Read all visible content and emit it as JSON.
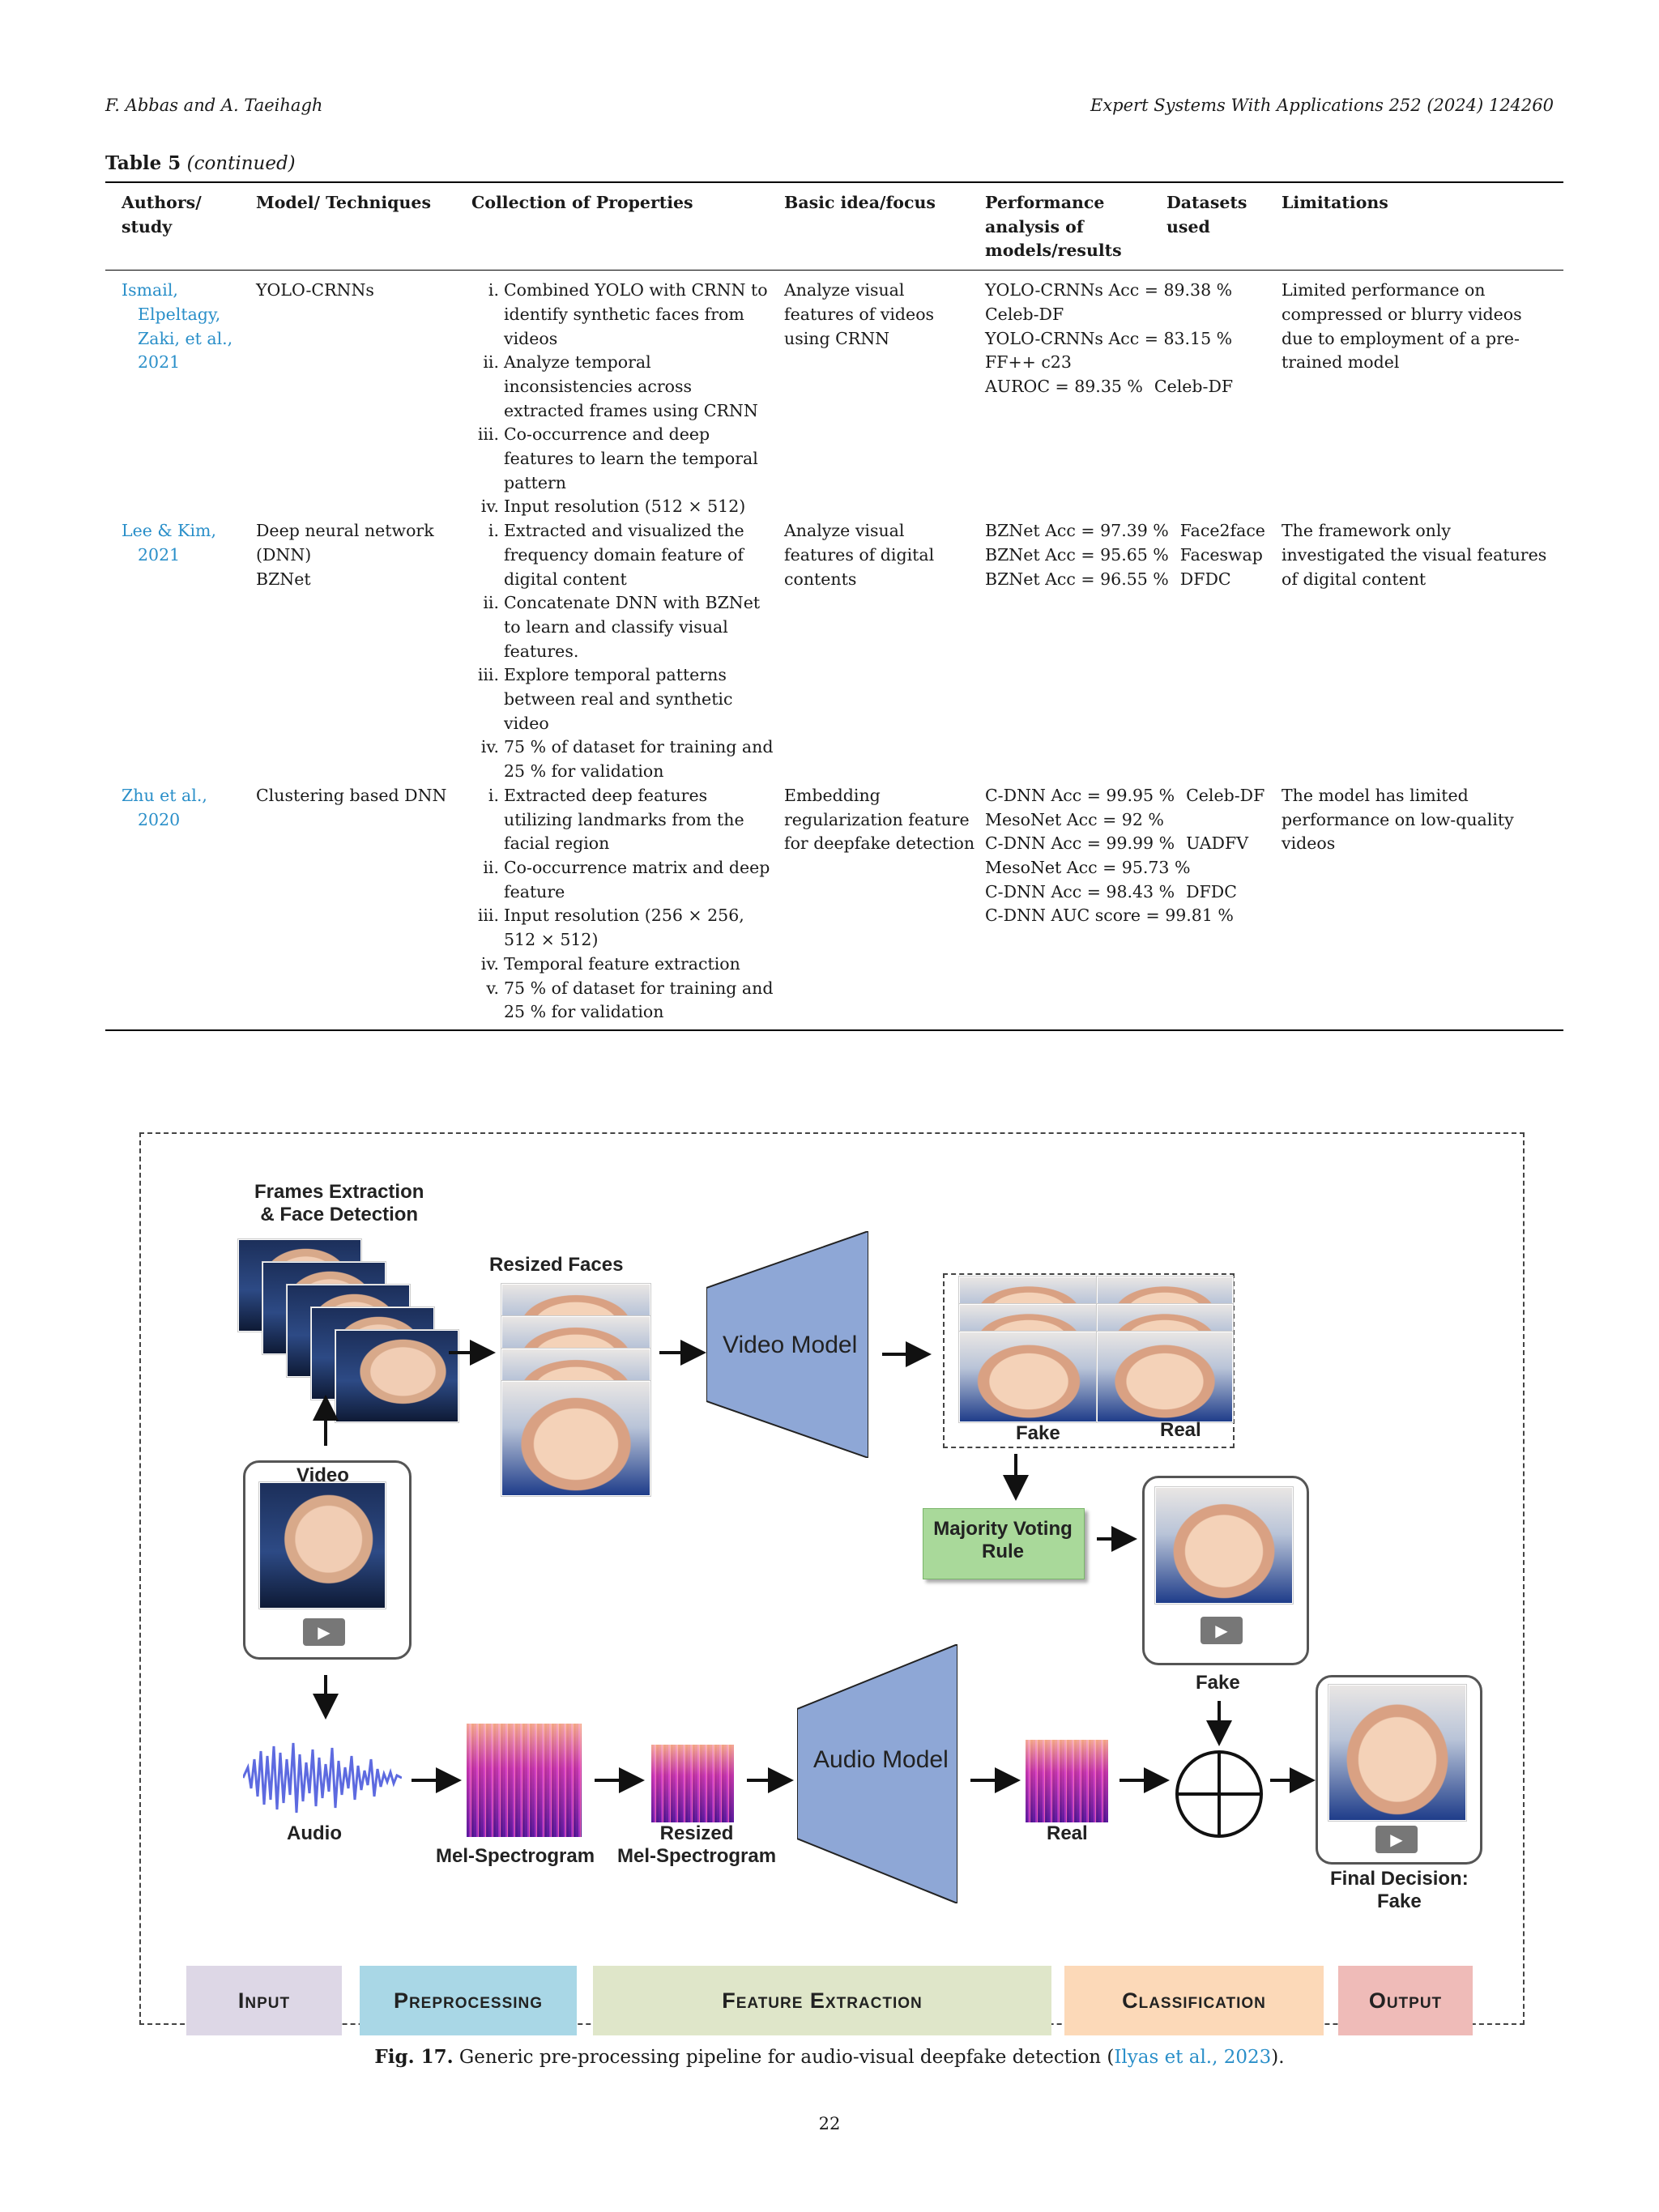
{
  "header": {
    "authors": "F. Abbas and A. Taeihagh",
    "journal": "Expert Systems With Applications 252 (2024) 124260"
  },
  "table": {
    "caption_label": "Table 5",
    "caption_suffix": "(continued)",
    "columns": [
      "Authors/ study",
      "Model/ Techniques",
      "Collection of Properties",
      "Basic idea/focus",
      "Performance analysis of models/results",
      "Datasets used",
      "Limitations"
    ],
    "rows": [
      {
        "author_first": "Ismail,",
        "author_rest": [
          "Elpeltagy,",
          "Zaki, et al.,",
          "2021"
        ],
        "model": [
          "YOLO-CRNNs"
        ],
        "props": [
          {
            "n": "i.",
            "t": "Combined YOLO with CRNN to identify synthetic faces from videos"
          },
          {
            "n": "ii.",
            "t": "Analyze temporal inconsistencies across extracted frames using CRNN"
          },
          {
            "n": "iii.",
            "t": "Co-occurrence and deep features to learn the temporal pattern"
          },
          {
            "n": "iv.",
            "t": "Input resolution (512 × 512)"
          }
        ],
        "idea": "Analyze visual features of videos using CRNN",
        "perf": [
          {
            "r": "YOLO-CRNNs Acc = 89.38 %",
            "d": ""
          },
          {
            "r": "Celeb-DF",
            "d": ""
          },
          {
            "r": "YOLO-CRNNs Acc = 83.15 %",
            "d": ""
          },
          {
            "r": "FF++ c23",
            "d": ""
          },
          {
            "r": "AUROC = 89.35 %",
            "d": "Celeb-DF"
          }
        ],
        "limit": "Limited performance on compressed or blurry videos due to employment of a pre-trained model"
      },
      {
        "author_first": "Lee & Kim,",
        "author_rest": [
          "2021"
        ],
        "model": [
          "Deep neural network",
          "(DNN)",
          "BZNet"
        ],
        "props": [
          {
            "n": "i.",
            "t": "Extracted and visualized the frequency domain feature of digital content"
          },
          {
            "n": "ii.",
            "t": "Concatenate DNN with BZNet to learn and classify visual features."
          },
          {
            "n": "iii.",
            "t": "Explore temporal patterns between real and synthetic video"
          },
          {
            "n": "iv.",
            "t": "75 % of dataset for training and 25 % for validation"
          }
        ],
        "idea": "Analyze visual features of digital contents",
        "perf": [
          {
            "r": "BZNet Acc = 97.39 %",
            "d": "Face2face"
          },
          {
            "r": "BZNet Acc = 95.65 %",
            "d": "Faceswap"
          },
          {
            "r": "BZNet Acc = 96.55 %",
            "d": "DFDC"
          }
        ],
        "limit": "The framework only investigated the visual features of digital content"
      },
      {
        "author_first": "Zhu et al.,",
        "author_rest": [
          "2020"
        ],
        "model": [
          "Clustering based DNN"
        ],
        "props": [
          {
            "n": "i.",
            "t": "Extracted deep features utilizing landmarks from the facial region"
          },
          {
            "n": "ii.",
            "t": "Co-occurrence matrix and deep feature"
          },
          {
            "n": "iii.",
            "t": "Input resolution (256 × 256, 512 × 512)"
          },
          {
            "n": "iv.",
            "t": "Temporal feature extraction"
          },
          {
            "n": "v.",
            "t": "75 % of dataset for training and 25 % for validation"
          }
        ],
        "idea": "Embedding regularization feature for deepfake detection",
        "perf": [
          {
            "r": "C-DNN Acc = 99.95 %",
            "d": "Celeb-DF"
          },
          {
            "r": "MesoNet Acc = 92 %",
            "d": ""
          },
          {
            "r": "C-DNN Acc = 99.99 %",
            "d": "UADFV"
          },
          {
            "r": "MesoNet Acc = 95.73 %",
            "d": ""
          },
          {
            "r": "C-DNN Acc = 98.43 %",
            "d": "DFDC"
          },
          {
            "r": "C-DNN AUC score = 99.81 %",
            "d": ""
          }
        ],
        "limit": "The model has limited performance on low-quality videos"
      }
    ]
  },
  "figure": {
    "labels": {
      "frames1": "Frames Extraction",
      "frames2": "& Face Detection",
      "resized_faces": "Resized Faces",
      "video_model": "Video Model",
      "fake": "Fake",
      "real": "Real",
      "video": "Video",
      "majority1": "Majority Voting",
      "majority2": "Rule",
      "fake2": "Fake",
      "audio": "Audio",
      "mel": "Mel-Spectrogram",
      "resized1": "Resized",
      "resized2": "Mel-Spectrogram",
      "audio_model": "Audio Model",
      "real2": "Real",
      "final1": "Final Decision:",
      "final2": "Fake"
    },
    "legend": [
      "Input",
      "Preprocessing",
      "Feature Extraction",
      "Classification",
      "Output"
    ],
    "colors": {
      "model": "#8ea7d6",
      "majority": "#a9d99a",
      "input": "#ddd7e6",
      "preprocessing": "#a9d7e6",
      "feature": "#dfe6c9",
      "classification": "#fcd9b8",
      "output": "#efbbb8"
    }
  },
  "caption": {
    "label": "Fig. 17.",
    "text": "Generic pre-processing pipeline for audio-visual deepfake detection (",
    "cite": "Ilyas et al., 2023",
    "end": ")."
  },
  "page_number": "22"
}
